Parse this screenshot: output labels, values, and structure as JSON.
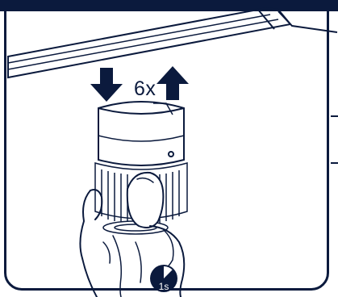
{
  "instruction": {
    "repeat_count_label": "6x",
    "hold_duration_label": "1s",
    "hold_fraction": 0.125
  },
  "colors": {
    "ink": "#0b1a3d",
    "background": "#ffffff"
  },
  "icons": {
    "down": "arrow-down-icon",
    "up": "arrow-up-icon",
    "timer": "timer-pie-icon"
  }
}
